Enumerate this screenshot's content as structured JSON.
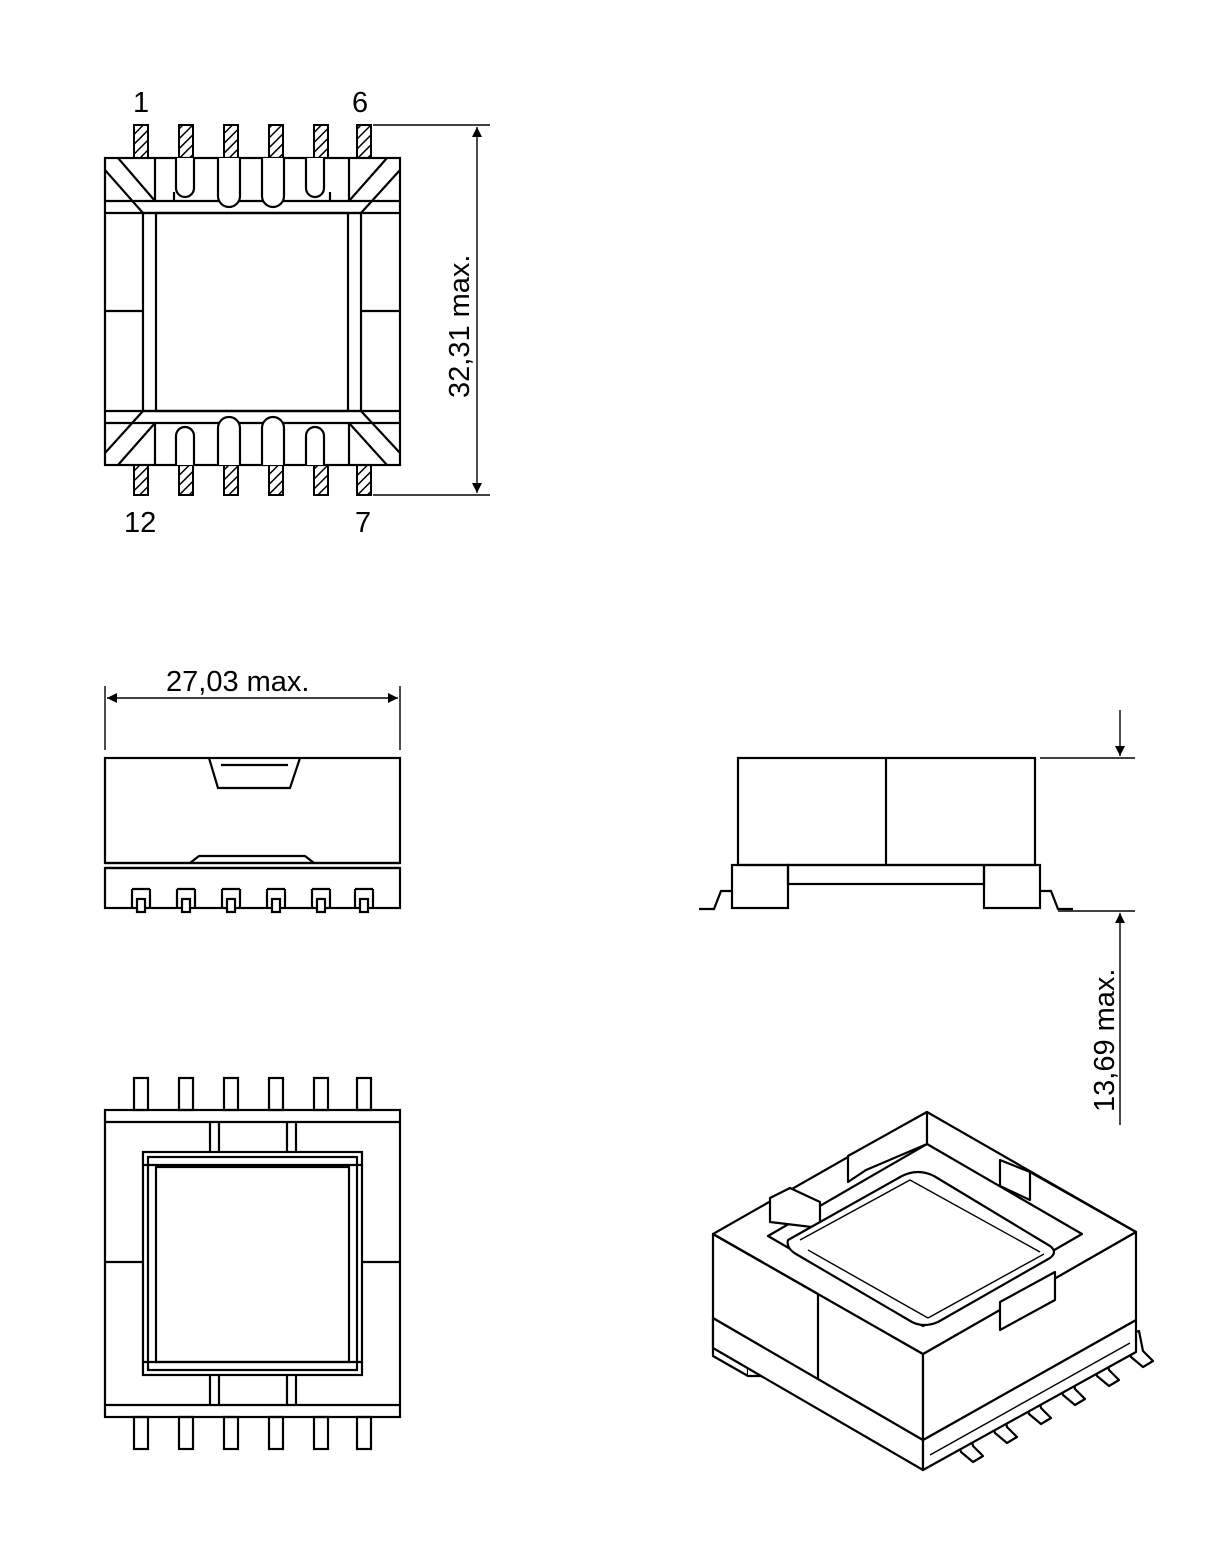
{
  "pin_labels": {
    "top_left": "1",
    "top_right": "6",
    "bottom_left": "12",
    "bottom_right": "7"
  },
  "dimensions": {
    "height_top_view": "32,31  max.",
    "width_side_view": "27,03  max.",
    "height_side_view": "13,69  max."
  },
  "colors": {
    "line": "#000000",
    "background": "#ffffff"
  }
}
